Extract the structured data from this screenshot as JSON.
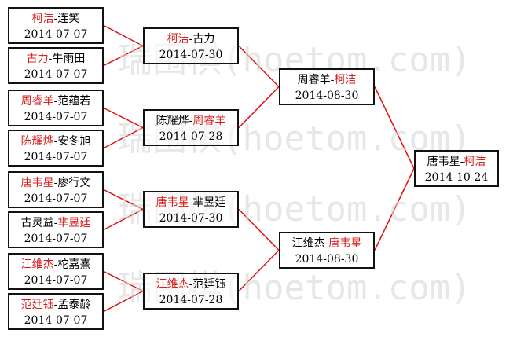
{
  "colors": {
    "winner": "#d81e1e",
    "line": "#e01010",
    "border": "#111111"
  },
  "watermark": "瑞围棋(hoetom.com)",
  "matches": [
    {
      "id": "r1m1",
      "round": 1,
      "p1": "柯洁",
      "p2": "连笑",
      "sep": "-",
      "winner": 1,
      "date": "2014-07-07"
    },
    {
      "id": "r1m2",
      "round": 1,
      "p1": "古力",
      "p2": "牛雨田",
      "sep": "-",
      "winner": 1,
      "date": "2014-07-07"
    },
    {
      "id": "r1m3",
      "round": 1,
      "p1": "周睿羊",
      "p2": "范蕴若",
      "sep": "-",
      "winner": 1,
      "date": "2014-07-07"
    },
    {
      "id": "r1m4",
      "round": 1,
      "p1": "陈耀烨",
      "p2": "安冬旭",
      "sep": "-",
      "winner": 1,
      "date": "2014-07-07"
    },
    {
      "id": "r1m5",
      "round": 1,
      "p1": "唐韦星",
      "p2": "廖行文",
      "sep": "-",
      "winner": 1,
      "date": "2014-07-07"
    },
    {
      "id": "r1m6",
      "round": 1,
      "p1": "古灵益",
      "p2": "芈昱廷",
      "sep": "-",
      "winner": 2,
      "date": "2014-07-07"
    },
    {
      "id": "r1m7",
      "round": 1,
      "p1": "江维杰",
      "p2": "柁嘉熹",
      "sep": "-",
      "winner": 1,
      "date": "2014-07-07"
    },
    {
      "id": "r1m8",
      "round": 1,
      "p1": "范廷钰",
      "p2": "孟泰龄",
      "sep": "-",
      "winner": 1,
      "date": "2014-07-07"
    },
    {
      "id": "r2m1",
      "round": 2,
      "p1": "柯洁",
      "p2": "古力",
      "sep": "-",
      "winner": 1,
      "date": "2014-07-30"
    },
    {
      "id": "r2m2",
      "round": 2,
      "p1": "陈耀烨",
      "p2": "周睿羊",
      "sep": "-",
      "winner": 2,
      "date": "2014-07-28"
    },
    {
      "id": "r2m3",
      "round": 2,
      "p1": "唐韦星",
      "p2": "芈昱廷",
      "sep": "-",
      "winner": 1,
      "date": "2014-07-30"
    },
    {
      "id": "r2m4",
      "round": 2,
      "p1": "江维杰",
      "p2": "范廷钰",
      "sep": "-",
      "winner": 1,
      "date": "2014-07-28"
    },
    {
      "id": "r3m1",
      "round": 3,
      "p1": "周睿羊",
      "p2": "柯洁",
      "sep": "-",
      "winner": 2,
      "date": "2014-08-30"
    },
    {
      "id": "r3m2",
      "round": 3,
      "p1": "江维杰",
      "p2": "唐韦星",
      "sep": "-",
      "winner": 2,
      "date": "2014-08-30"
    },
    {
      "id": "r4m1",
      "round": 4,
      "p1": "唐韦星",
      "p2": "柯洁",
      "sep": "-",
      "winner": 2,
      "date": "2014-10-24"
    }
  ]
}
